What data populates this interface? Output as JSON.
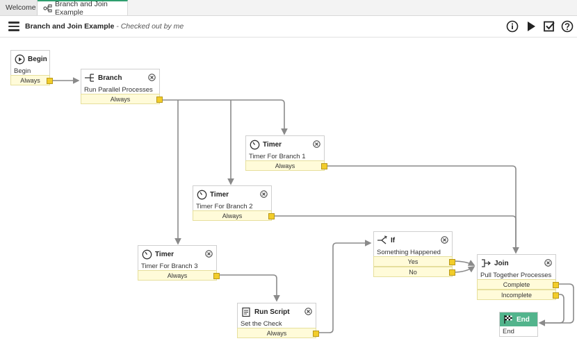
{
  "tabs": [
    {
      "label": "Welcome"
    },
    {
      "label": "Branch and Join Example"
    }
  ],
  "toolbar": {
    "title": "Branch and Join Example",
    "status": " - Checked out by me"
  },
  "nodes": {
    "begin": {
      "title": "Begin",
      "subtitle": "Begin",
      "ports": [
        "Always"
      ]
    },
    "branch": {
      "title": "Branch",
      "subtitle": "Run Parallel Processes",
      "ports": [
        "Always"
      ]
    },
    "timer1": {
      "title": "Timer",
      "subtitle": "Timer For Branch 1",
      "ports": [
        "Always"
      ]
    },
    "timer2": {
      "title": "Timer",
      "subtitle": "Timer For Branch 2",
      "ports": [
        "Always"
      ]
    },
    "timer3": {
      "title": "Timer",
      "subtitle": "Timer For Branch 3",
      "ports": [
        "Always"
      ]
    },
    "if": {
      "title": "If",
      "subtitle": "Something Happened",
      "ports": [
        "Yes",
        "No"
      ]
    },
    "script": {
      "title": "Run Script",
      "subtitle": "Set the Check",
      "ports": [
        "Always"
      ]
    },
    "join": {
      "title": "Join",
      "subtitle": "Pull Together Processes",
      "ports": [
        "Complete",
        "Incomplete"
      ]
    },
    "end": {
      "title": "End",
      "subtitle": "End"
    }
  },
  "colors": {
    "accent": "#2f9e6e",
    "end_header": "#52b48c",
    "port_bg": "#fffbd9",
    "port_square": "#f2cd2a",
    "connector": "#8a8a8a"
  },
  "icons": {
    "toolbar": [
      "menu-icon",
      "info-icon",
      "play-icon",
      "check-icon",
      "help-icon"
    ]
  }
}
